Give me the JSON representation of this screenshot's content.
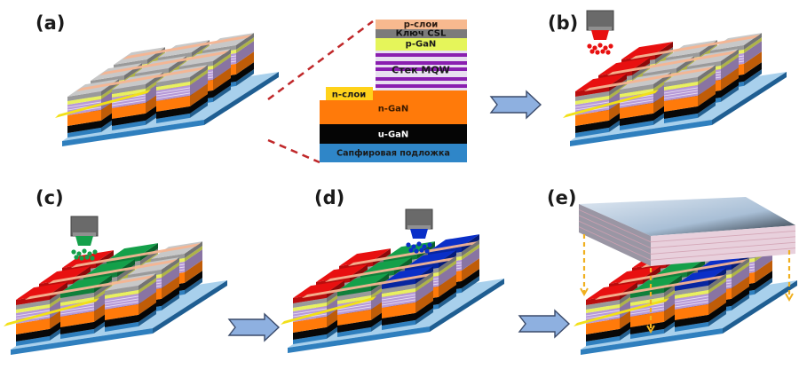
{
  "panels": {
    "a": {
      "label": "(a)"
    },
    "b": {
      "label": "(b)"
    },
    "c": {
      "label": "(c)"
    },
    "d": {
      "label": "(d)"
    },
    "e": {
      "label": "(e)"
    }
  },
  "stack": {
    "layers": [
      {
        "name": "p-слои",
        "color": "#f7b98f",
        "text_color": "#2a1a10"
      },
      {
        "name": "Ключ CSL",
        "color": "#7b7b7b",
        "text_color": "#111111"
      },
      {
        "name": "p-GaN",
        "color": "#e5f55a",
        "text_color": "#1a1a1a"
      },
      {
        "name": "Стек MQW",
        "color": "#8a1fb0",
        "alt_color": "#e8dff0",
        "text_color": "#1a1a1a"
      },
      {
        "name": "n-слои",
        "color": "#ffd21a",
        "text_color": "#1a1a1a"
      },
      {
        "name": "n-GaN",
        "color": "#ff7a0a",
        "text_color": "#3a1a00"
      },
      {
        "name": "u-GaN",
        "color": "#050505",
        "text_color": "#ffffff"
      },
      {
        "name": "Сапфировая подложка",
        "color": "#2f86c8",
        "text_color": "#1a1a1a"
      }
    ]
  },
  "colors": {
    "red_subpixel": "#e81010",
    "green_subpixel": "#14a04a",
    "blue_subpixel": "#0a2fc8",
    "electrode_top": "#f6b592",
    "contact_gray": "#9a9a9a",
    "p_gan": "#e8f060",
    "mqw": "#b79ad8",
    "n_gan": "#ff7a0a",
    "u_gan": "#080808",
    "sapphire": "#2f7fbe",
    "n_electrode": "#f2e018",
    "arrow_fill": "#8eb0e0",
    "arrow_stroke": "#3a4a6a",
    "zoom_line": "#c0282a",
    "align_arrow": "#f0b020"
  },
  "printheads": [
    {
      "panel": "b",
      "color": "red"
    },
    {
      "panel": "c",
      "color": "green"
    },
    {
      "panel": "d",
      "color": "blue"
    }
  ]
}
